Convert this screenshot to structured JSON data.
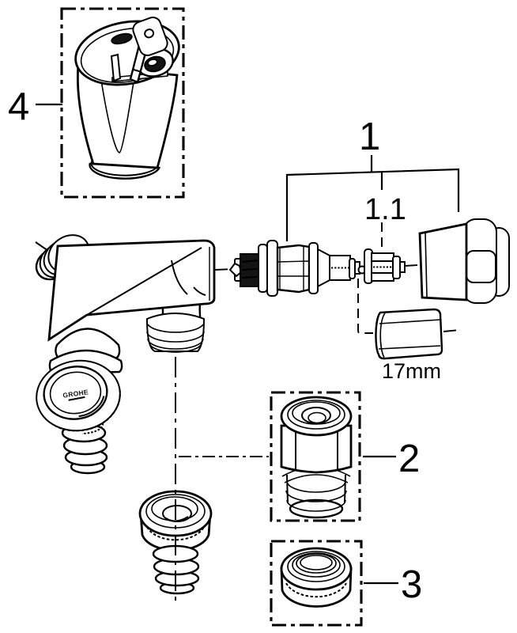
{
  "diagram": {
    "type": "exploded-parts-diagram",
    "background": "#ffffff",
    "line_color": "#000000",
    "callouts": {
      "part1": "1",
      "part1_sub": "1.1",
      "part2": "2",
      "part3": "3",
      "part4": "4"
    },
    "annotations": {
      "tool_size": "17mm",
      "brand_mark": "GROHE"
    }
  }
}
